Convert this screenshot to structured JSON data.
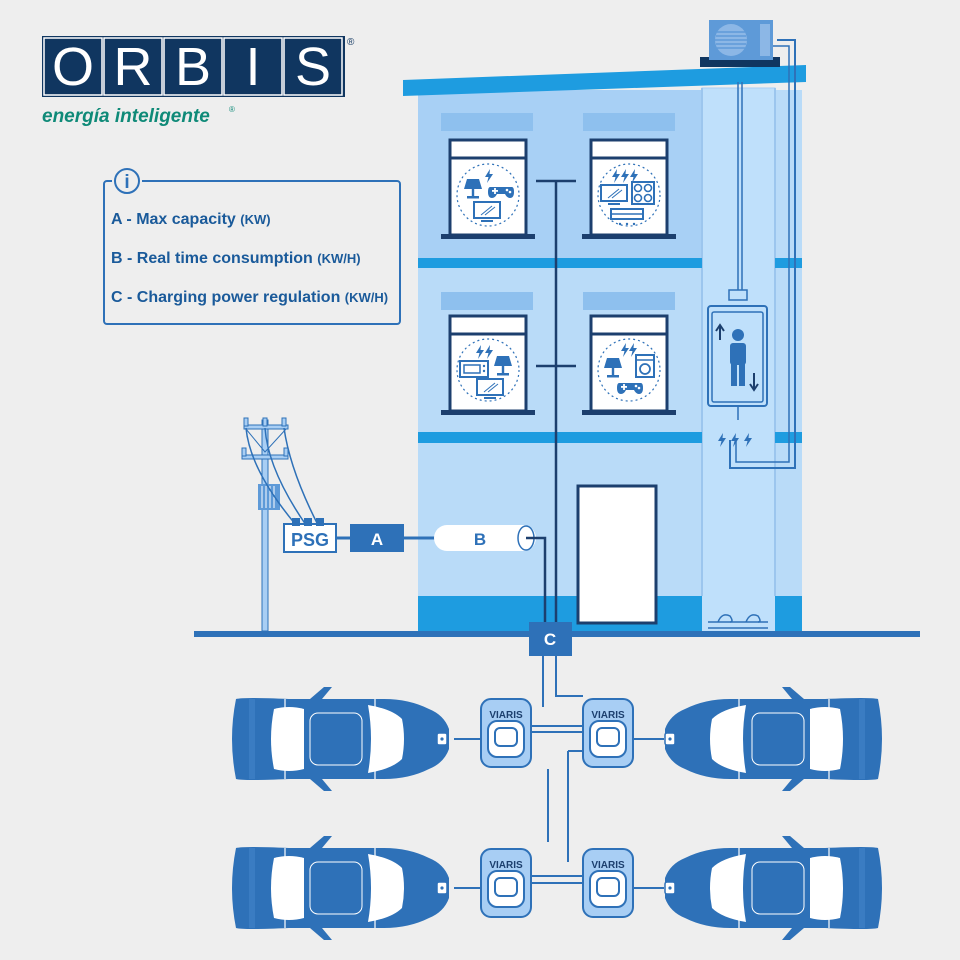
{
  "brand": {
    "logo_letters": [
      "O",
      "R",
      "B",
      "I",
      "S"
    ],
    "registered": "®",
    "tagline": "energía inteligente"
  },
  "legend": {
    "info_symbol": "i",
    "items": [
      {
        "key": "A",
        "text": "Max capacity",
        "unit": "(KW)"
      },
      {
        "key": "B",
        "text": "Real time consumption",
        "unit": "(KW/H)"
      },
      {
        "key": "C",
        "text": "Charging power regulation",
        "unit": "(KW/H)"
      }
    ]
  },
  "nodes": {
    "psg": "PSG",
    "a": "A",
    "b": "B",
    "c": "C"
  },
  "chargers": {
    "brand_label": "VIARIS"
  },
  "icons": [
    "logo",
    "info-icon",
    "air-conditioner-icon",
    "utility-pole-icon",
    "transformer-icon",
    "lamp-icon",
    "lightning-icon",
    "gamepad-icon",
    "tv-icon",
    "microwave-icon",
    "stove-icon",
    "washing-machine-icon",
    "elevator-icon",
    "person-icon",
    "car-icon",
    "ev-charger-icon",
    "plug-icon"
  ],
  "colors": {
    "background": "#eeeeee",
    "primary_blue": "#2e71b8",
    "light_blue": "#a8cef4",
    "building_blue": "#b9dbf8",
    "accent_blue": "#1e9ce0",
    "dark_navy": "#103660",
    "logo_green": "#0f8a78"
  }
}
